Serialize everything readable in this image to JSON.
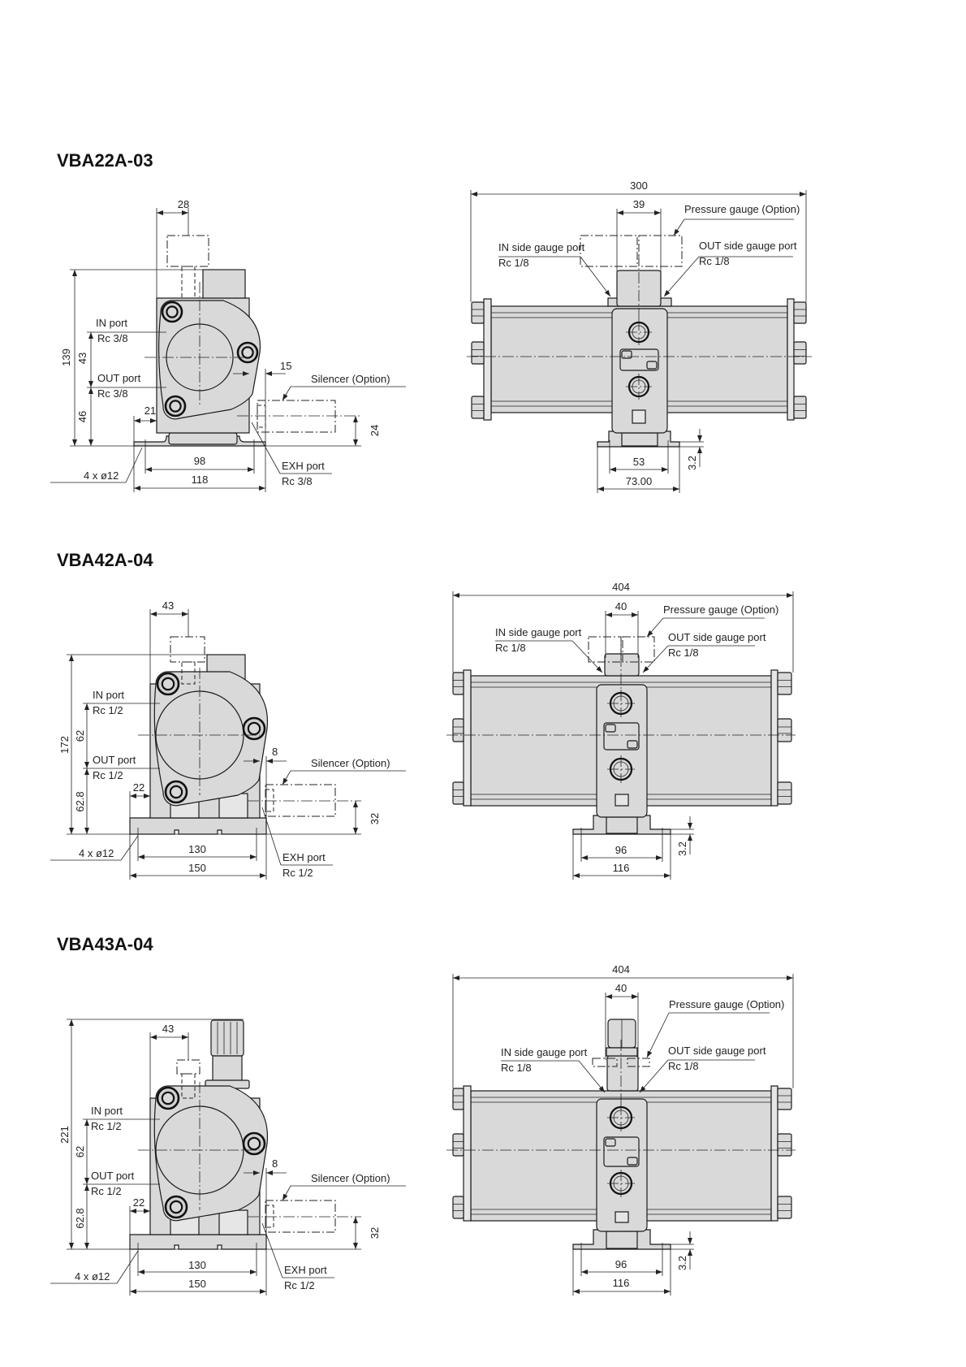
{
  "sections": [
    {
      "title": "VBA22A-03",
      "side": {
        "dim_gauge_offset": "28",
        "dim_height": "139",
        "dim_in_out": "43",
        "dim_out_base": "46",
        "dim_foot": "21",
        "dim_exh": "15",
        "dim_exh_height": "24",
        "dim_mount": "98",
        "dim_width": "118",
        "holes": "4 x ø12",
        "in_port": "IN port",
        "in_port_size": "Rc 3/8",
        "out_port": "OUT port",
        "out_port_size": "Rc 3/8",
        "silencer": "Silencer (Option)",
        "exh_port": "EXH port",
        "exh_port_size": "Rc 3/8"
      },
      "front": {
        "dim_length": "300",
        "dim_gauge_pitch": "39",
        "pressure_gauge": "Pressure gauge (Option)",
        "in_gauge_port": "IN side gauge port",
        "in_gauge_port_size": "Rc 1/8",
        "out_gauge_port": "OUT side gauge port",
        "out_gauge_port_size": "Rc 1/8",
        "dim_mount": "53",
        "dim_width": "73.00",
        "dim_thickness": "3.2"
      }
    },
    {
      "title": "VBA42A-04",
      "side": {
        "dim_gauge_offset": "43",
        "dim_height": "172",
        "dim_in_out": "62",
        "dim_out_base": "62.8",
        "dim_foot": "22",
        "dim_exh": "8",
        "dim_exh_height": "32",
        "dim_mount": "130",
        "dim_width": "150",
        "holes": "4 x ø12",
        "in_port": "IN port",
        "in_port_size": "Rc 1/2",
        "out_port": "OUT port",
        "out_port_size": "Rc 1/2",
        "silencer": "Silencer (Option)",
        "exh_port": "EXH port",
        "exh_port_size": "Rc 1/2"
      },
      "front": {
        "dim_length": "404",
        "dim_gauge_pitch": "40",
        "pressure_gauge": "Pressure gauge (Option)",
        "in_gauge_port": "IN side gauge port",
        "in_gauge_port_size": "Rc 1/8",
        "out_gauge_port": "OUT side gauge port",
        "out_gauge_port_size": "Rc 1/8",
        "dim_mount": "96",
        "dim_width": "116",
        "dim_thickness": "3.2"
      }
    },
    {
      "title": "VBA43A-04",
      "side": {
        "dim_gauge_offset": "43",
        "dim_height": "221",
        "dim_in_out": "62",
        "dim_out_base": "62.8",
        "dim_foot": "22",
        "dim_exh": "8",
        "dim_exh_height": "32",
        "dim_mount": "130",
        "dim_width": "150",
        "holes": "4 x ø12",
        "in_port": "IN port",
        "in_port_size": "Rc 1/2",
        "out_port": "OUT port",
        "out_port_size": "Rc 1/2",
        "silencer": "Silencer (Option)",
        "exh_port": "EXH port",
        "exh_port_size": "Rc 1/2"
      },
      "front": {
        "dim_length": "404",
        "dim_gauge_pitch": "40",
        "pressure_gauge": "Pressure gauge (Option)",
        "in_gauge_port": "IN side gauge port",
        "in_gauge_port_size": "Rc 1/8",
        "out_gauge_port": "OUT side gauge port",
        "out_gauge_port_size": "Rc 1/8",
        "dim_mount": "96",
        "dim_width": "116",
        "dim_thickness": "3.2"
      }
    }
  ]
}
